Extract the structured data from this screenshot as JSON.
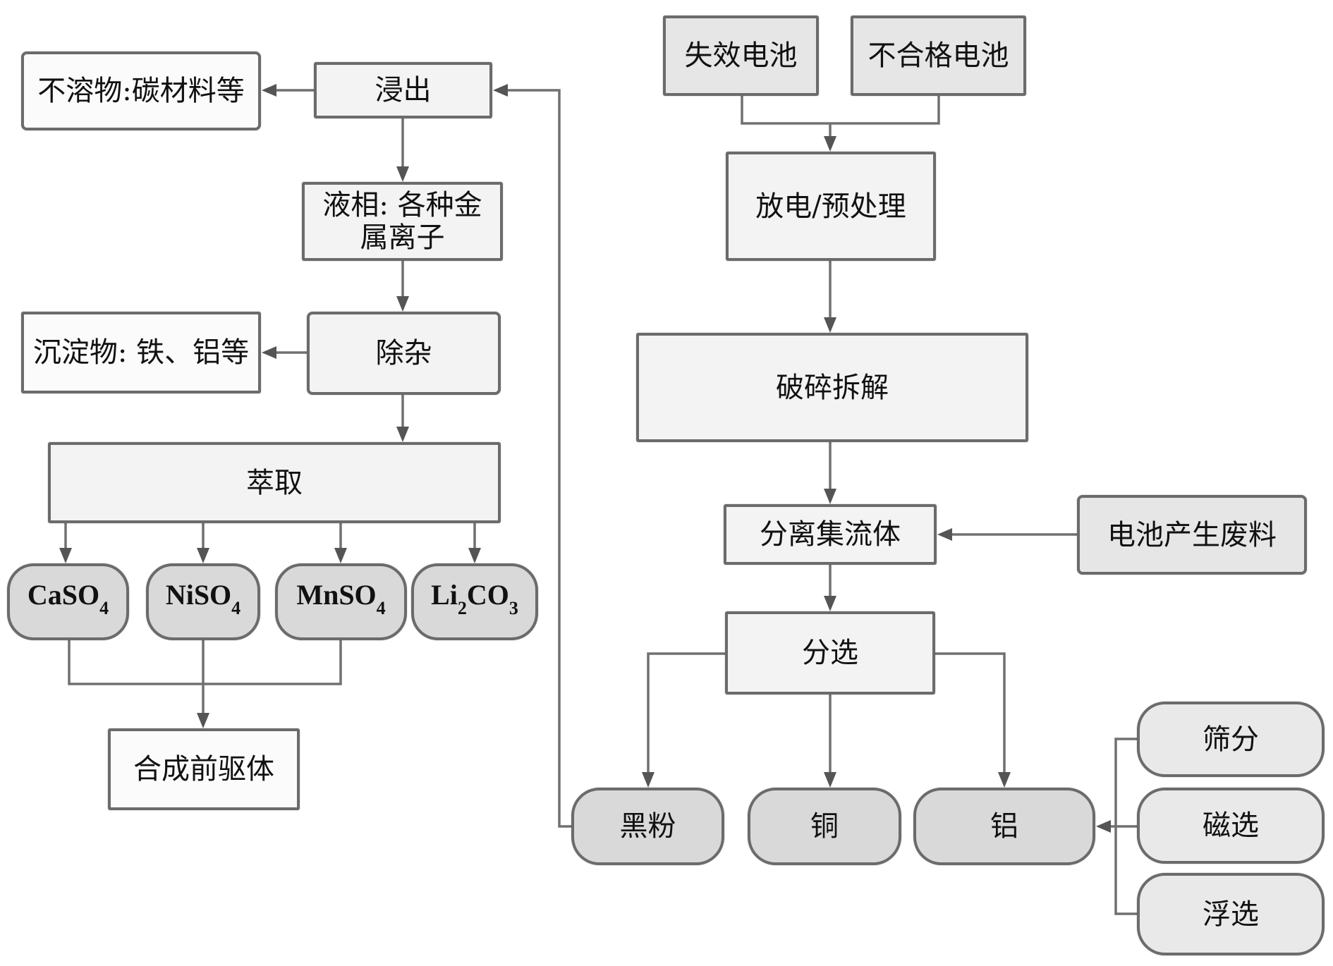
{
  "diagram": {
    "title": "",
    "nodes": {
      "insoluble": "不溶物:碳材料等",
      "leaching": "浸出",
      "liquid_phase_line1": "液相: 各种金",
      "liquid_phase_line2": "属离子",
      "precipitate": "沉淀物: 铁、铝等",
      "impurity_removal": "除杂",
      "extraction": "萃取",
      "caso4": {
        "base": "CaSO",
        "sub": "4"
      },
      "niso4": {
        "base": "NiSO",
        "sub": "4"
      },
      "mnso4": {
        "base": "MnSO",
        "sub": "4"
      },
      "li2co3": {
        "p1": "Li",
        "s1": "2",
        "p2": "CO",
        "s2": "3"
      },
      "precursor_synthesis": "合成前驱体",
      "failed_battery": "失效电池",
      "defective_battery": "不合格电池",
      "discharge_pretreatment": "放电/预处理",
      "crushing_dismantling": "破碎拆解",
      "separate_current_collector": "分离集流体",
      "battery_production_waste": "电池产生废料",
      "sorting": "分选",
      "black_powder": "黑粉",
      "copper": "铜",
      "aluminum": "铝",
      "screening": "筛分",
      "magnetic_separation": "磁选",
      "flotation": "浮选"
    },
    "edges": [
      {
        "from": "leaching",
        "to": "insoluble"
      },
      {
        "from": "leaching",
        "to": "liquid_phase"
      },
      {
        "from": "liquid_phase",
        "to": "impurity_removal"
      },
      {
        "from": "impurity_removal",
        "to": "precipitate"
      },
      {
        "from": "impurity_removal",
        "to": "extraction"
      },
      {
        "from": "extraction",
        "to": "caso4"
      },
      {
        "from": "extraction",
        "to": "niso4"
      },
      {
        "from": "extraction",
        "to": "mnso4"
      },
      {
        "from": "extraction",
        "to": "li2co3"
      },
      {
        "from": [
          "caso4",
          "niso4",
          "mnso4"
        ],
        "to": "precursor_synthesis"
      },
      {
        "from": [
          "failed_battery",
          "defective_battery"
        ],
        "to": "discharge_pretreatment"
      },
      {
        "from": "discharge_pretreatment",
        "to": "crushing_dismantling"
      },
      {
        "from": "crushing_dismantling",
        "to": "separate_current_collector"
      },
      {
        "from": "battery_production_waste",
        "to": "separate_current_collector"
      },
      {
        "from": "separate_current_collector",
        "to": "sorting"
      },
      {
        "from": "sorting",
        "to": "black_powder"
      },
      {
        "from": "sorting",
        "to": "copper"
      },
      {
        "from": "sorting",
        "to": "aluminum"
      },
      {
        "from": [
          "screening",
          "magnetic_separation",
          "flotation"
        ],
        "to": "aluminum"
      },
      {
        "from": "black_powder",
        "to": "leaching"
      }
    ]
  }
}
